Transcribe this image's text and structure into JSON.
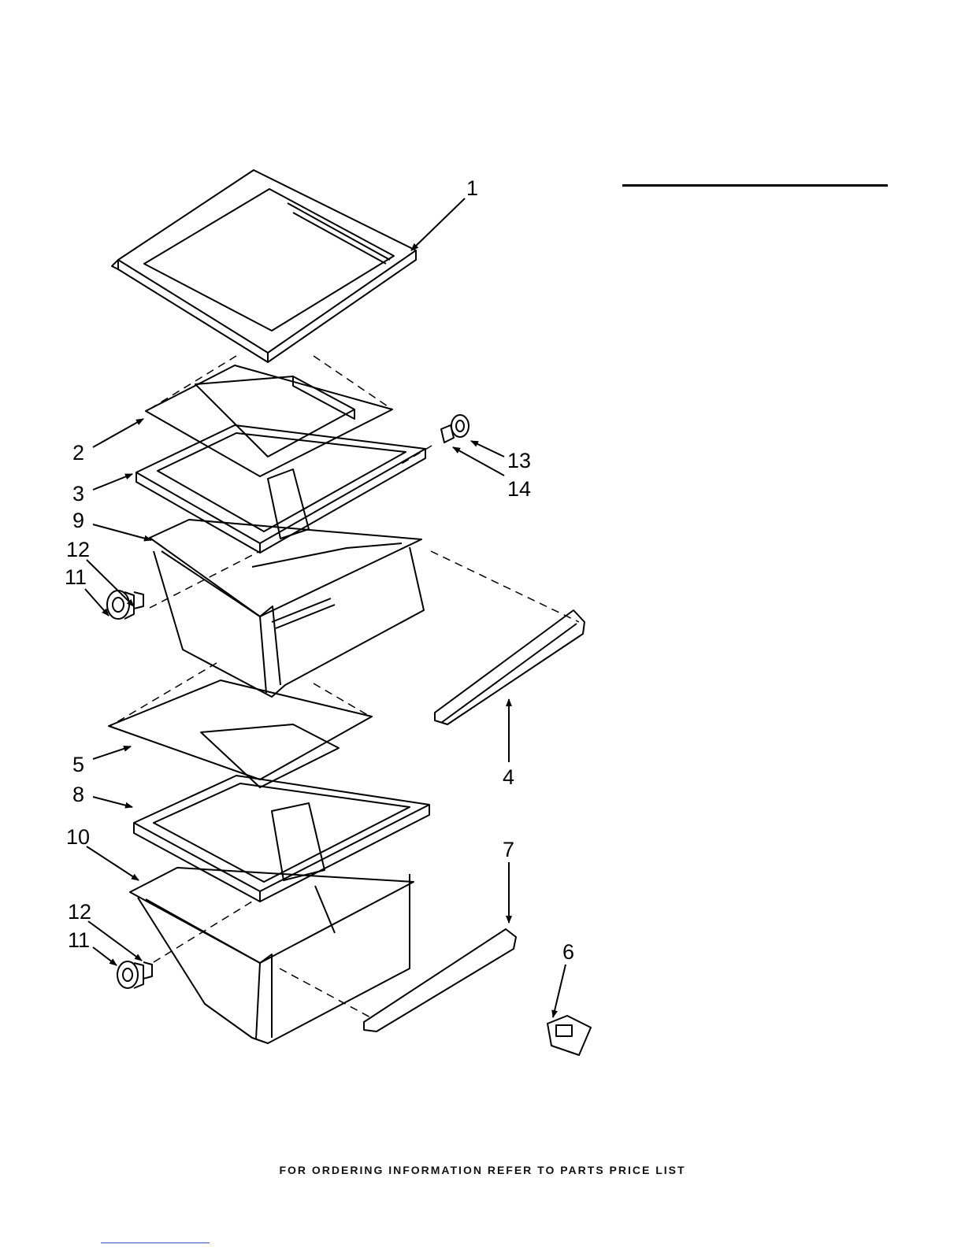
{
  "diagram": {
    "callouts": [
      {
        "id": "c1",
        "label": "1"
      },
      {
        "id": "c2",
        "label": "2"
      },
      {
        "id": "c3",
        "label": "3"
      },
      {
        "id": "c4",
        "label": "4"
      },
      {
        "id": "c5",
        "label": "5"
      },
      {
        "id": "c6",
        "label": "6"
      },
      {
        "id": "c7",
        "label": "7"
      },
      {
        "id": "c8",
        "label": "8"
      },
      {
        "id": "c9",
        "label": "9"
      },
      {
        "id": "c10",
        "label": "10"
      },
      {
        "id": "c11a",
        "label": "11"
      },
      {
        "id": "c11b",
        "label": "11"
      },
      {
        "id": "c12a",
        "label": "12"
      },
      {
        "id": "c12b",
        "label": "12"
      },
      {
        "id": "c13",
        "label": "13"
      },
      {
        "id": "c14",
        "label": "14"
      }
    ]
  },
  "footer": {
    "text": "FOR ORDERING INFORMATION REFER TO PARTS PRICE LIST"
  },
  "colors": {
    "line": "#000000",
    "background": "#ffffff"
  }
}
